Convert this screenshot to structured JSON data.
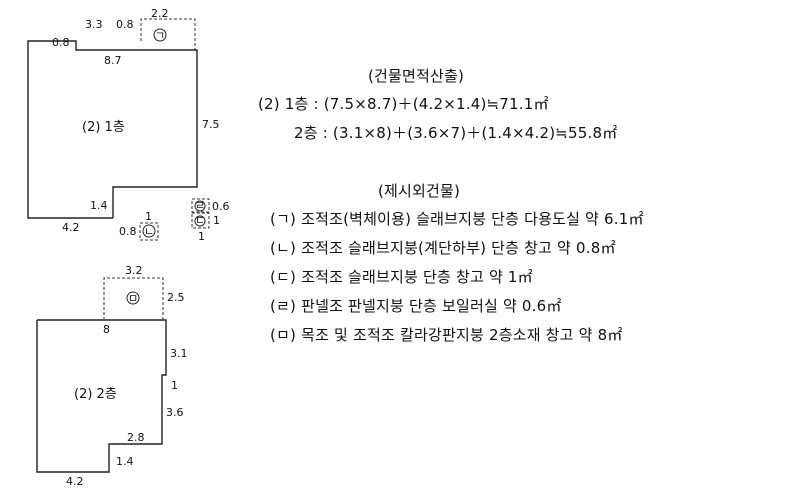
{
  "area_calc": {
    "heading": "(건물면적산출)",
    "floor1": "(2) 1층 : (7.5×8.7)＋(4.2×1.4)≒71.1㎡",
    "floor2": "2층 : (3.1×8)＋(3.6×7)＋(1.4×4.2)≒55.8㎡"
  },
  "excluded": {
    "heading": "(제시외건물)",
    "items": [
      "(ㄱ) 조적조(벽체이용) 슬래브지붕 단층 다용도실 약 6.1㎡",
      "(ㄴ) 조적조 슬래브지붕(계단하부) 단층 창고 약 0.8㎡",
      "(ㄷ) 조적조 슬래브지붕 단층 창고 약 1㎡",
      "(ㄹ) 판넬조 판넬지붕 단층 보일러실 약 0.6㎡",
      "(ㅁ) 목조 및 조적조 칼라강판지붕 2층소재 창고 약 8㎡"
    ]
  },
  "plan1": {
    "label": "(2) 1층",
    "dims": {
      "d08_top": "0.8",
      "d33": "3.3",
      "d08_mid": "0.8",
      "d22": "2.2",
      "d87": "8.7",
      "d75": "7.5",
      "d14": "1.4",
      "d42": "4.2",
      "d06": "0.6",
      "d1_right": "1",
      "d1_rbot": "1",
      "d1_small": "1",
      "d08_small": "0.8"
    },
    "marks": {
      "giyeok": "ㄱ",
      "nieun": "ㄴ",
      "digeut": "ㄷ",
      "rieul": "ㄹ"
    }
  },
  "plan2": {
    "label": "(2) 2층",
    "dims": {
      "d32": "3.2",
      "d25": "2.5",
      "d8": "8",
      "d31": "3.1",
      "d1": "1",
      "d36": "3.6",
      "d28": "2.8",
      "d14": "1.4",
      "d42": "4.2"
    },
    "marks": {
      "mieum": "ㅁ"
    }
  }
}
